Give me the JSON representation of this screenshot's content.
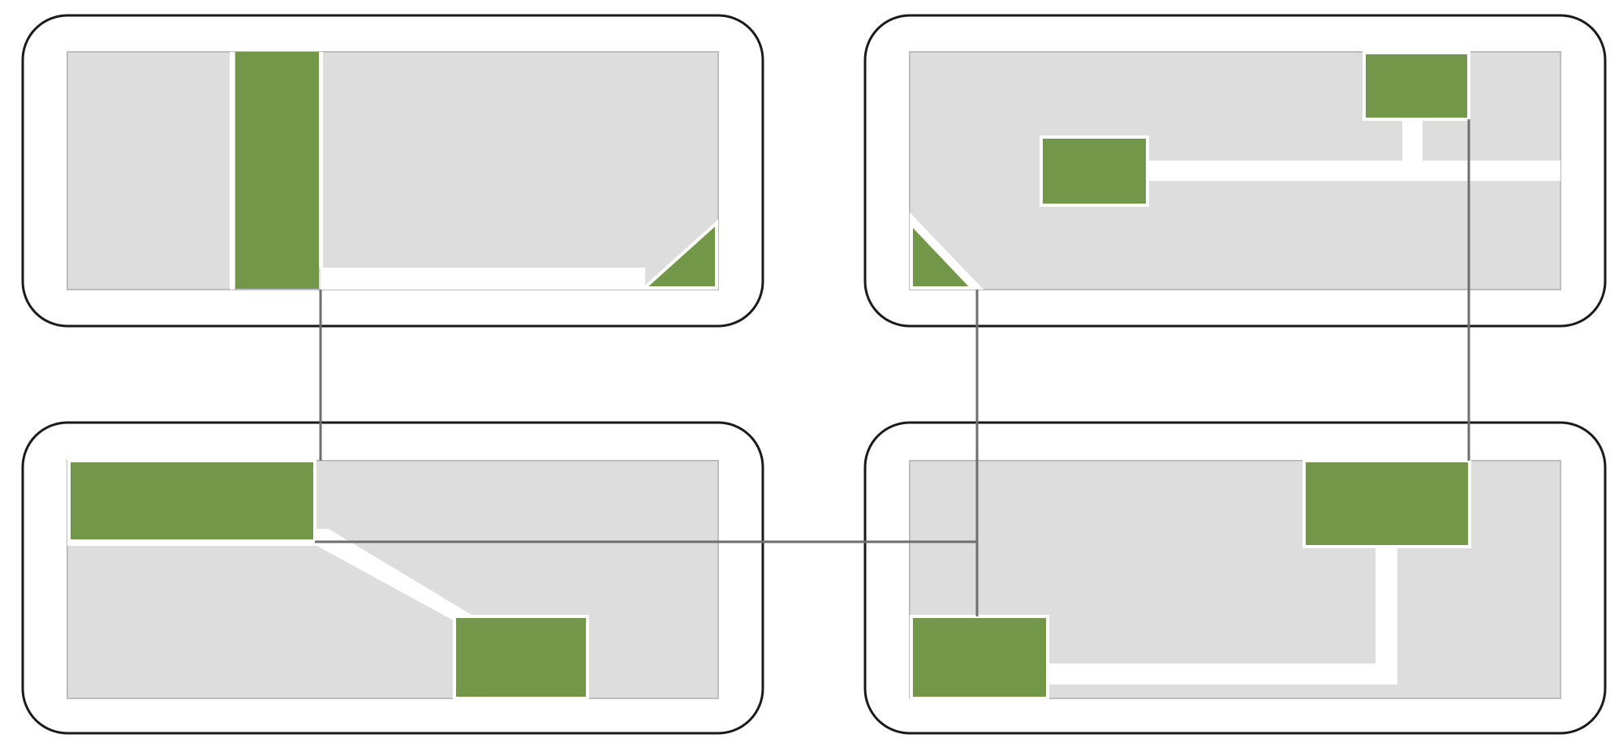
{
  "colors": {
    "background": "#ffffff",
    "panel_border": "#1a1a1a",
    "area_fill": "#dcdddc",
    "area_border": "#bdbdbd",
    "block_fill": "#739749",
    "corridor": "#ffffff",
    "link": "#6e6e6e"
  },
  "panels": [
    {
      "id": "top-left",
      "blocks": 2
    },
    {
      "id": "top-right",
      "blocks": 3
    },
    {
      "id": "bottom-left",
      "blocks": 2
    },
    {
      "id": "bottom-right",
      "blocks": 2
    }
  ],
  "links": [
    {
      "from": "top-left",
      "to": "bottom-left"
    },
    {
      "from": "top-right",
      "to": "bottom-right"
    },
    {
      "from": "top-right",
      "to": "bottom-right"
    },
    {
      "from": "bottom-left",
      "to": "bottom-right"
    }
  ]
}
